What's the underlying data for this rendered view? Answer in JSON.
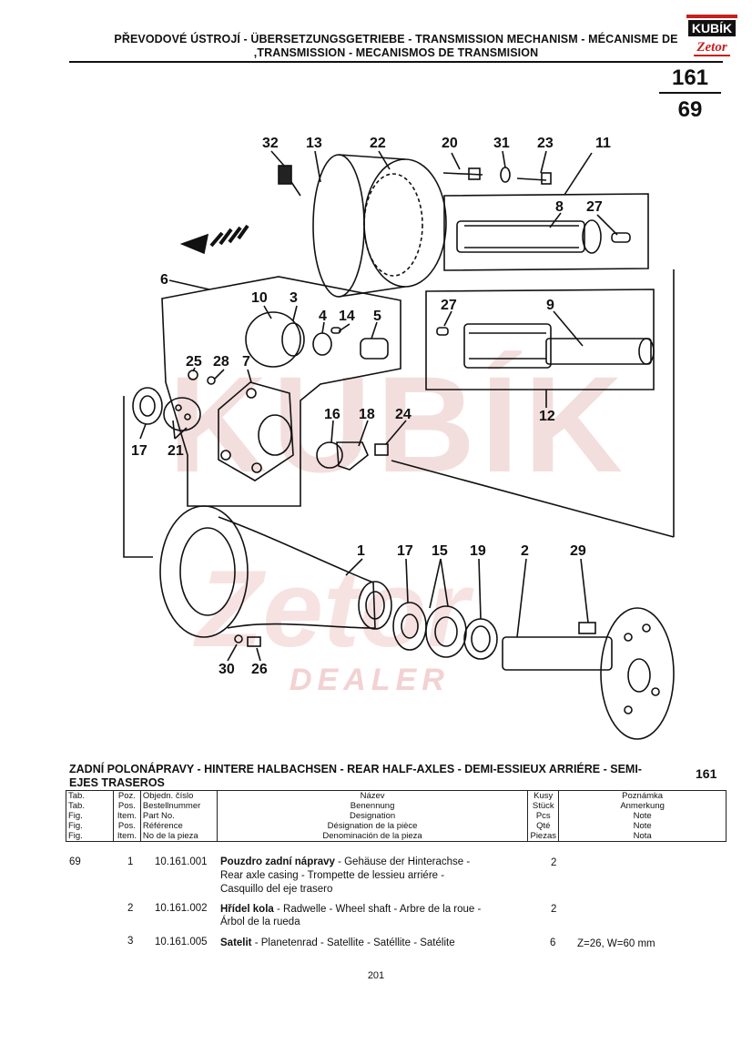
{
  "header": {
    "title_line1": "PŘEVODOVÉ ÚSTROJÍ - ÜBERSETZUNGSGETRIEBE - TRANSMISSION MECHANISM - MÉCANISME DE",
    "title_line2": ",TRANSMISSION - MECANISMOS DE TRANSMISION",
    "page_top": "161",
    "page_bottom": "69",
    "logo_top": "KUBÍK",
    "logo_bottom": "Zetor"
  },
  "watermark": {
    "brand": "KUBÍK",
    "dealer": "DEALER",
    "zetor": "Zetor"
  },
  "callouts": {
    "n32": "32",
    "n13": "13",
    "n22": "22",
    "n20": "20",
    "n31": "31",
    "n23": "23",
    "n11": "11",
    "n8": "8",
    "n27a": "27",
    "n6": "6",
    "n10": "10",
    "n3": "3",
    "n4": "4",
    "n14": "14",
    "n5": "5",
    "n27b": "27",
    "n9": "9",
    "n25": "25",
    "n28": "28",
    "n7": "7",
    "n12": "12",
    "n16": "16",
    "n18": "18",
    "n24": "24",
    "n17a": "17",
    "n21": "21",
    "n1": "1",
    "n17b": "17",
    "n15": "15",
    "n19": "19",
    "n2": "2",
    "n29": "29",
    "n30": "30",
    "n26": "26"
  },
  "section": {
    "title": "ZADNÍ POLONÁPRAVY - HINTERE HALBACHSEN - REAR HALF-AXLES - DEMI-ESSIEUX ARRIÉRE - SEMI-EJES TRASEROS",
    "number": "161"
  },
  "table_header": {
    "tab": [
      "Tab.",
      "Tab.",
      "Fig.",
      "Fig.",
      "Fig."
    ],
    "poz": [
      "Poz.",
      "Pos.",
      "Item.",
      "Pos.",
      "Item."
    ],
    "objedn": [
      "Objedn. číslo",
      "Bestellnummer",
      "Part No.",
      "Référence",
      "No de la pieza"
    ],
    "nazev": [
      "Název",
      "Benennung",
      "Designation",
      "Désignation de la pièce",
      "Denominación de la pieza"
    ],
    "kusy": [
      "Kusy",
      "Stück",
      "Pcs",
      "Qté",
      "Piezas"
    ],
    "poznamka": [
      "Poznámka",
      "Anmerkung",
      "Note",
      "Note",
      "Nota"
    ]
  },
  "rows": [
    {
      "tab": "69",
      "pos": "1",
      "part": "10.161.001",
      "name_bold": "Pouzdro zadní nápravy",
      "name_rest": " - Gehäuse der Hinterachse -",
      "line2": "Rear axle casing - Trompette de lessieu arriére -",
      "line3": "Casquillo del eje trasero",
      "qty": "2",
      "note": ""
    },
    {
      "tab": "",
      "pos": "2",
      "part": "10.161.002",
      "name_bold": "Hřídel kola",
      "name_rest": " - Radwelle - Wheel shaft - Arbre de la roue -",
      "line2": "Árbol de la rueda",
      "line3": "",
      "qty": "2",
      "note": ""
    },
    {
      "tab": "",
      "pos": "3",
      "part": "10.161.005",
      "name_bold": "Satelit",
      "name_rest": " - Planetenrad - Satellite - Satéllite - Satélite",
      "line2": "",
      "line3": "",
      "qty": "6",
      "note": "Z=26, W=60 mm"
    }
  ],
  "footer": {
    "page": "201"
  }
}
